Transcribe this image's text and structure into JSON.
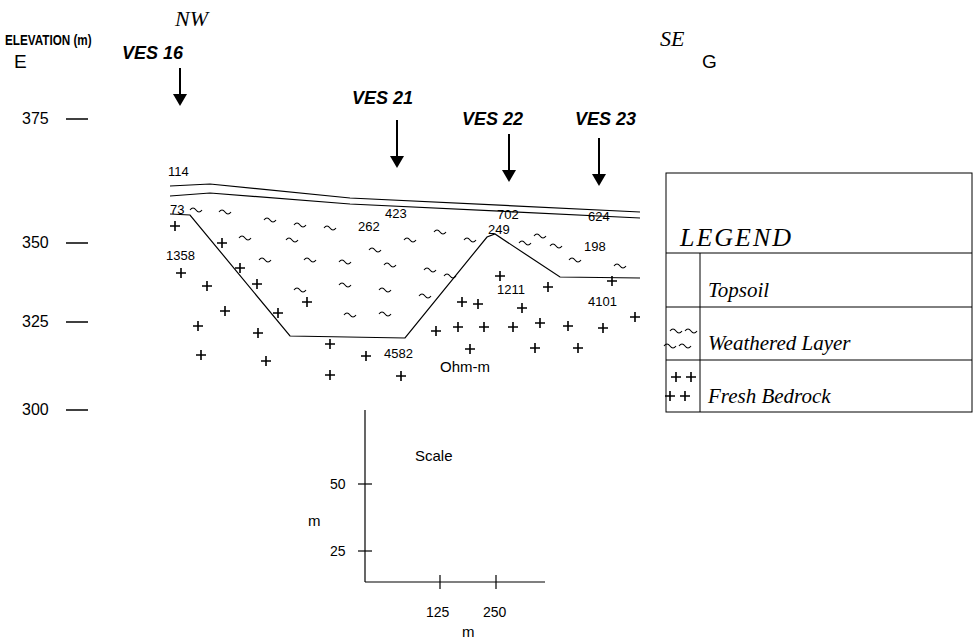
{
  "diagram": {
    "labels": [
      "NW",
      "SE",
      "ELEVATION (m)",
      "E",
      "G",
      "VES 16",
      "VES 21",
      "VES 22",
      "VES 23",
      "375",
      "350",
      "325",
      "300",
      "114",
      "423",
      "702",
      "624",
      "73",
      "262",
      "249",
      "198",
      "1358",
      "1211",
      "4101",
      "4582",
      "Ohm-m",
      "Scale",
      "50",
      "25",
      "m",
      "125",
      "250",
      "m",
      "LEGEND"
    ],
    "legend": [
      {
        "text": "Topsoil"
      },
      {
        "text": "Weathered Layer"
      },
      {
        "text": "Fresh Bedrock"
      }
    ]
  }
}
